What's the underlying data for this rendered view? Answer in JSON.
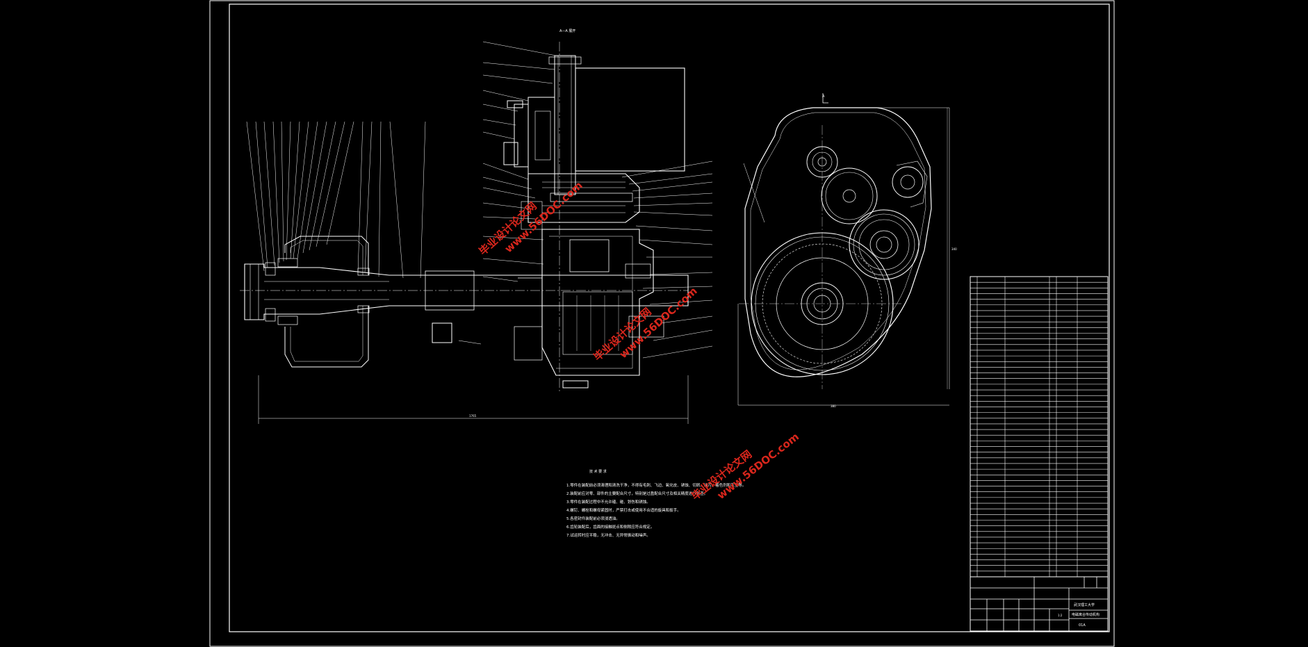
{
  "drawing": {
    "section_label": "A—A 展开",
    "view_label": "A",
    "dim_overall_length": "1765",
    "dim_gearbox_width": "380",
    "dim_side_height": "340"
  },
  "technical_requirements": {
    "title": "技 术 要 求",
    "items": [
      "1.零件在装配前必须清理和清洗干净，不得有毛刺、飞边、氧化皮、锈蚀、切屑、油污、着色剂和灰尘等。",
      "2.装配前应对零、部件的主要配合尺寸，特别是过盈配合尺寸及相关精度进行复查。",
      "3.零件在装配过程中不允许磕、碰、划伤和锈蚀。",
      "4.螺钉、螺栓和螺母紧固时，严禁打击或使用不合适的旋具和扳手。",
      "5.各密封件装配前必须浸透油。",
      "6.齿轮装配后，齿面的接触斑点和侧隙应符合规定。",
      "7.试运转时应平稳，无冲击、无异常振动和噪声。"
    ]
  },
  "title_block": {
    "school": "武汉理工大学",
    "drawing_name": "电磁离合传动机构",
    "drawing_code": "01A",
    "scale": "1:2"
  },
  "watermark": {
    "site_cn": "毕业设计论文网",
    "site_url": "www.56DOC.com"
  }
}
